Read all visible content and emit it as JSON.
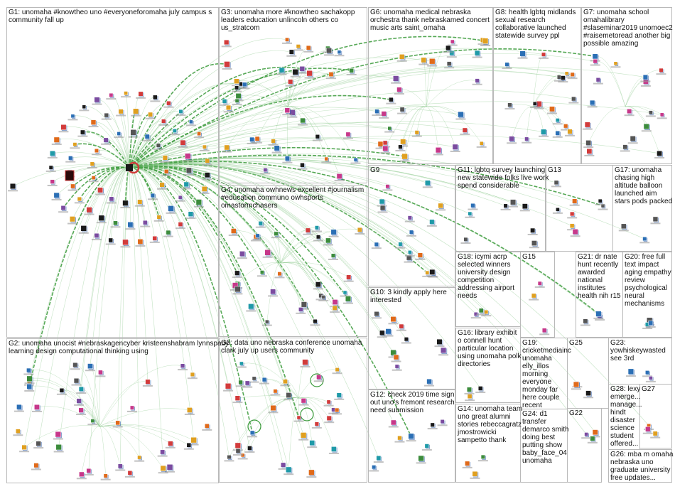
{
  "groups": [
    {
      "id": "G1",
      "lines": [
        "G1: unomaha #knowtheo uno #everyoneforomaha july campus s",
        "community fall up"
      ]
    },
    {
      "id": "G2",
      "lines": [
        "G2: unomaha unocist #nebraskagencyber kristeenshabram lynnspady",
        "learning design computational thinking using"
      ]
    },
    {
      "id": "G3",
      "lines": [
        "G3: unomaha more #knowtheo sachakopp",
        "leaders education unlincoln others co",
        "us_stratcom"
      ]
    },
    {
      "id": "G4",
      "lines": [
        "G4: unomaha owhnews excellent #journalism",
        "#education communo owhsports",
        "omastormchasers"
      ]
    },
    {
      "id": "G5",
      "lines": [
        "G5: data uno nebraska conference unomaha",
        "clark july up users community"
      ]
    },
    {
      "id": "G6",
      "lines": [
        "G6: unomaha medical nebraska",
        "orchestra thank nebraskamed concert",
        "music arts saint_omaha"
      ]
    },
    {
      "id": "G7",
      "lines": [
        "G7: unomaha school",
        "omahalibrary",
        "#slaseminar2019 unomoec2",
        "#raisemetoread another big",
        "possible amazing"
      ]
    },
    {
      "id": "G8",
      "lines": [
        "G8: health lgbtq midlands",
        "sexual research",
        "collaborative launched",
        "statewide survey ppl"
      ]
    },
    {
      "id": "G9",
      "lines": [
        "G9"
      ]
    },
    {
      "id": "G10",
      "lines": [
        "G10: 3 kindly apply here",
        "interested"
      ]
    },
    {
      "id": "G11",
      "lines": [
        "G11: lgbtq survey launching",
        "new statewide folks live work",
        "spend considerable"
      ]
    },
    {
      "id": "G12",
      "lines": [
        "G12: check 2019 time sign",
        "out uno's fremont research",
        "need submission"
      ]
    },
    {
      "id": "G13",
      "lines": [
        "G13"
      ]
    },
    {
      "id": "G14",
      "lines": [
        "G14: unomaha team",
        "uno great alumni",
        "stories rebeccagratz",
        "jmostrowicki",
        "sampetto thank"
      ]
    },
    {
      "id": "G15",
      "lines": [
        "G15"
      ]
    },
    {
      "id": "G16",
      "lines": [
        "G16: library exhibit",
        "o connell hunt",
        "particular location",
        "using unomaha polk",
        "directories"
      ]
    },
    {
      "id": "G17",
      "lines": [
        "G17: unomaha",
        "chasing high",
        "altitude balloon",
        "launched aim",
        "stars pods packed"
      ]
    },
    {
      "id": "G18",
      "lines": [
        "G18: icymi acrp",
        "selected winners",
        "university design",
        "competition",
        "addressing airport",
        "needs"
      ]
    },
    {
      "id": "G19",
      "lines": [
        "G19:",
        "cricketmediainc",
        "unomaha",
        "elly_illos",
        "morning",
        "everyone",
        "monday far",
        "here couple",
        "recent"
      ]
    },
    {
      "id": "G20",
      "lines": [
        "G20: free full",
        "text impact",
        "aging empathy",
        "review",
        "psychological",
        "neural",
        "mechanisms"
      ]
    },
    {
      "id": "G21",
      "lines": [
        "G21: dr nate",
        "hunt recently",
        "awarded",
        "national",
        "institutes",
        "health nih r15"
      ]
    },
    {
      "id": "G22",
      "lines": [
        "G22"
      ]
    },
    {
      "id": "G23",
      "lines": [
        "G23:",
        "yowhiskeywasted",
        "see 3rd"
      ]
    },
    {
      "id": "G24",
      "lines": [
        "G24: d1",
        "transfer",
        "demarco smith",
        "doing best",
        "putting show",
        "baby_face_04",
        "unomaha"
      ]
    },
    {
      "id": "G25",
      "lines": [
        "G25"
      ]
    },
    {
      "id": "G26",
      "lines": [
        "G26: mba m omaha",
        "nebraska uno",
        "graduate university",
        "free updates..."
      ]
    },
    {
      "id": "G27",
      "lines": [
        "G27"
      ]
    },
    {
      "id": "G28",
      "lines": [
        "G28: lexy",
        "emerge...",
        "manage...",
        "hindt",
        "disaster",
        "science",
        "student",
        "offered..."
      ]
    }
  ],
  "colors": {
    "edge": "#3a9a3a",
    "edge_light": "#8cc98c",
    "box": "#b9b9b9",
    "node_shadow": "#1d4fa0",
    "node_palette": [
      "#1a1a1a",
      "#2b6fb5",
      "#d23b3b",
      "#3c8c3c",
      "#e0a020",
      "#7b4ca0",
      "#e06a1a",
      "#1f9aa8",
      "#c7388a",
      "#555555"
    ]
  }
}
